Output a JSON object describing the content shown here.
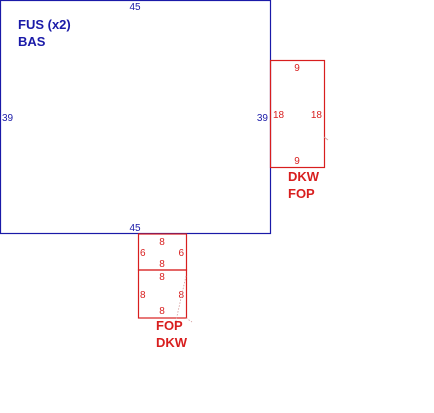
{
  "colors": {
    "main": "#1a1aa8",
    "parts": "#d81e1e",
    "leader": "#d49a9a",
    "background": "#ffffff"
  },
  "main_piece": {
    "label_line1": "FUS (x2)",
    "label_line2": "BAS",
    "dim_top": "45",
    "dim_bottom": "45",
    "dim_left": "39",
    "dim_right": "39"
  },
  "side_piece": {
    "label_line1": "DKW",
    "label_line2": "FOP",
    "dim_top": "9",
    "dim_bottom": "9",
    "dim_left": "18",
    "dim_right": "18"
  },
  "bottom_upper_piece": {
    "dim_top": "8",
    "dim_bottom": "8",
    "dim_left": "6",
    "dim_right": "6"
  },
  "bottom_lower_piece": {
    "label_line1": "FOP",
    "label_line2": "DKW",
    "dim_top": "8",
    "dim_bottom": "8",
    "dim_left": "8",
    "dim_right": "8"
  }
}
